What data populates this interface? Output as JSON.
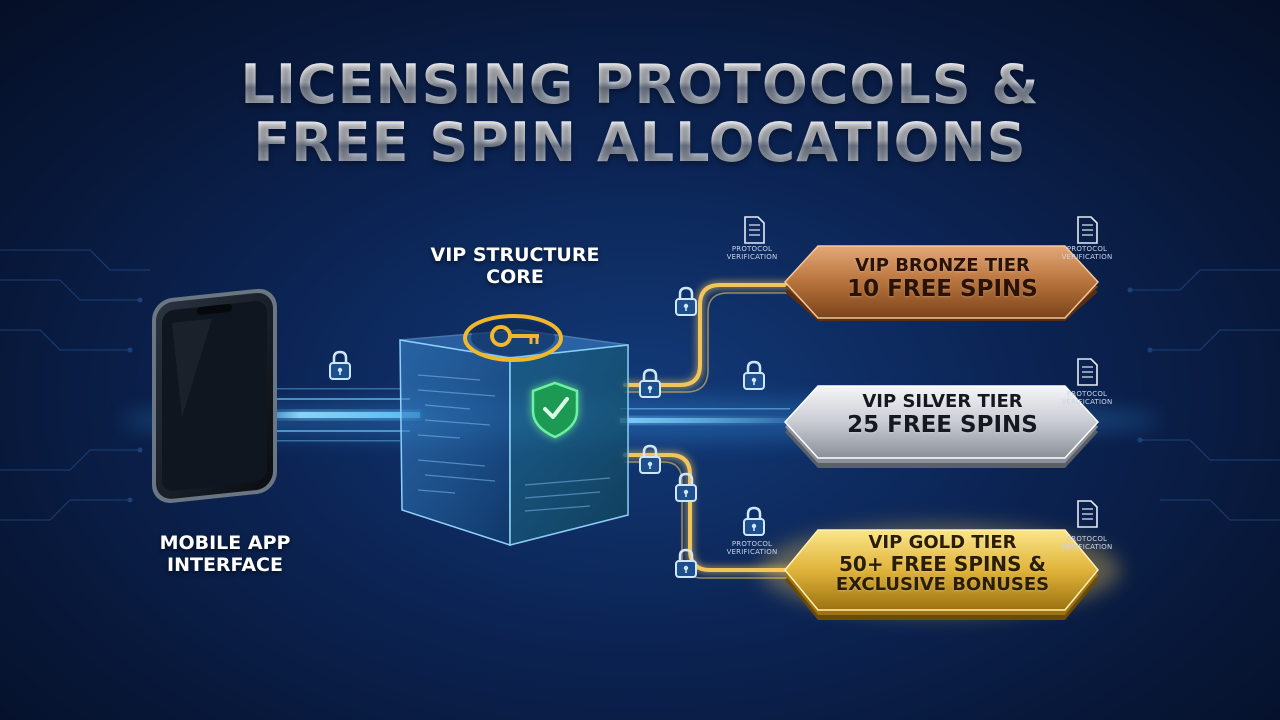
{
  "title": {
    "line1": "LICENSING PROTOCOLS &",
    "line2": "FREE SPIN ALLOCATIONS"
  },
  "nodes": {
    "mobile": {
      "line1": "MOBILE APP",
      "line2": "INTERFACE"
    },
    "core": {
      "line1": "VIP STRUCTURE",
      "line2": "CORE"
    }
  },
  "tiers": [
    {
      "name": "VIP BRONZE TIER",
      "spins": "10 FREE SPINS",
      "color": "#b8733c"
    },
    {
      "name": "VIP SILVER TIER",
      "spins": "25 FREE SPINS",
      "color": "#c9ccd3"
    },
    {
      "name": "VIP GOLD TIER",
      "spins": "50+ FREE SPINS &",
      "extra": "EXCLUSIVE BONUSES",
      "color": "#e0b43a"
    }
  ],
  "verification": {
    "line1": "PROTOCOL",
    "line2": "VERIFICATION"
  },
  "colors": {
    "background": "#0c2556",
    "beam": "#5fc8ff",
    "circuit": "#f2c55a",
    "shield": "#2fc46a",
    "key": "#f0b82a"
  },
  "icons": [
    "lock-icon",
    "document-icon",
    "key-icon",
    "shield-check-icon",
    "smartphone-icon"
  ]
}
